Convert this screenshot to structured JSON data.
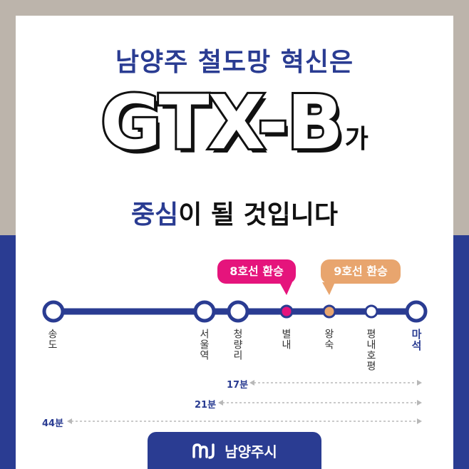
{
  "headline": {
    "line1": "남양주 철도망 혁신은",
    "gtx": "GTX-B",
    "suffix": "가",
    "line3_highlight": "중심",
    "line3_rest": "이 될 것입니다"
  },
  "transfers": {
    "line8": "8호선 환승",
    "line9": "9호선 환승"
  },
  "stations": [
    "송도",
    "서울역",
    "청량리",
    "별내",
    "왕숙",
    "평내호평",
    "마석"
  ],
  "travel_times": [
    "17분",
    "21분",
    "44분"
  ],
  "footer": {
    "org": "남양주시"
  },
  "colors": {
    "navy": "#2a3c92",
    "pink": "#e5147c",
    "tan": "#e8a56e",
    "beige": "#bcb4ab"
  }
}
